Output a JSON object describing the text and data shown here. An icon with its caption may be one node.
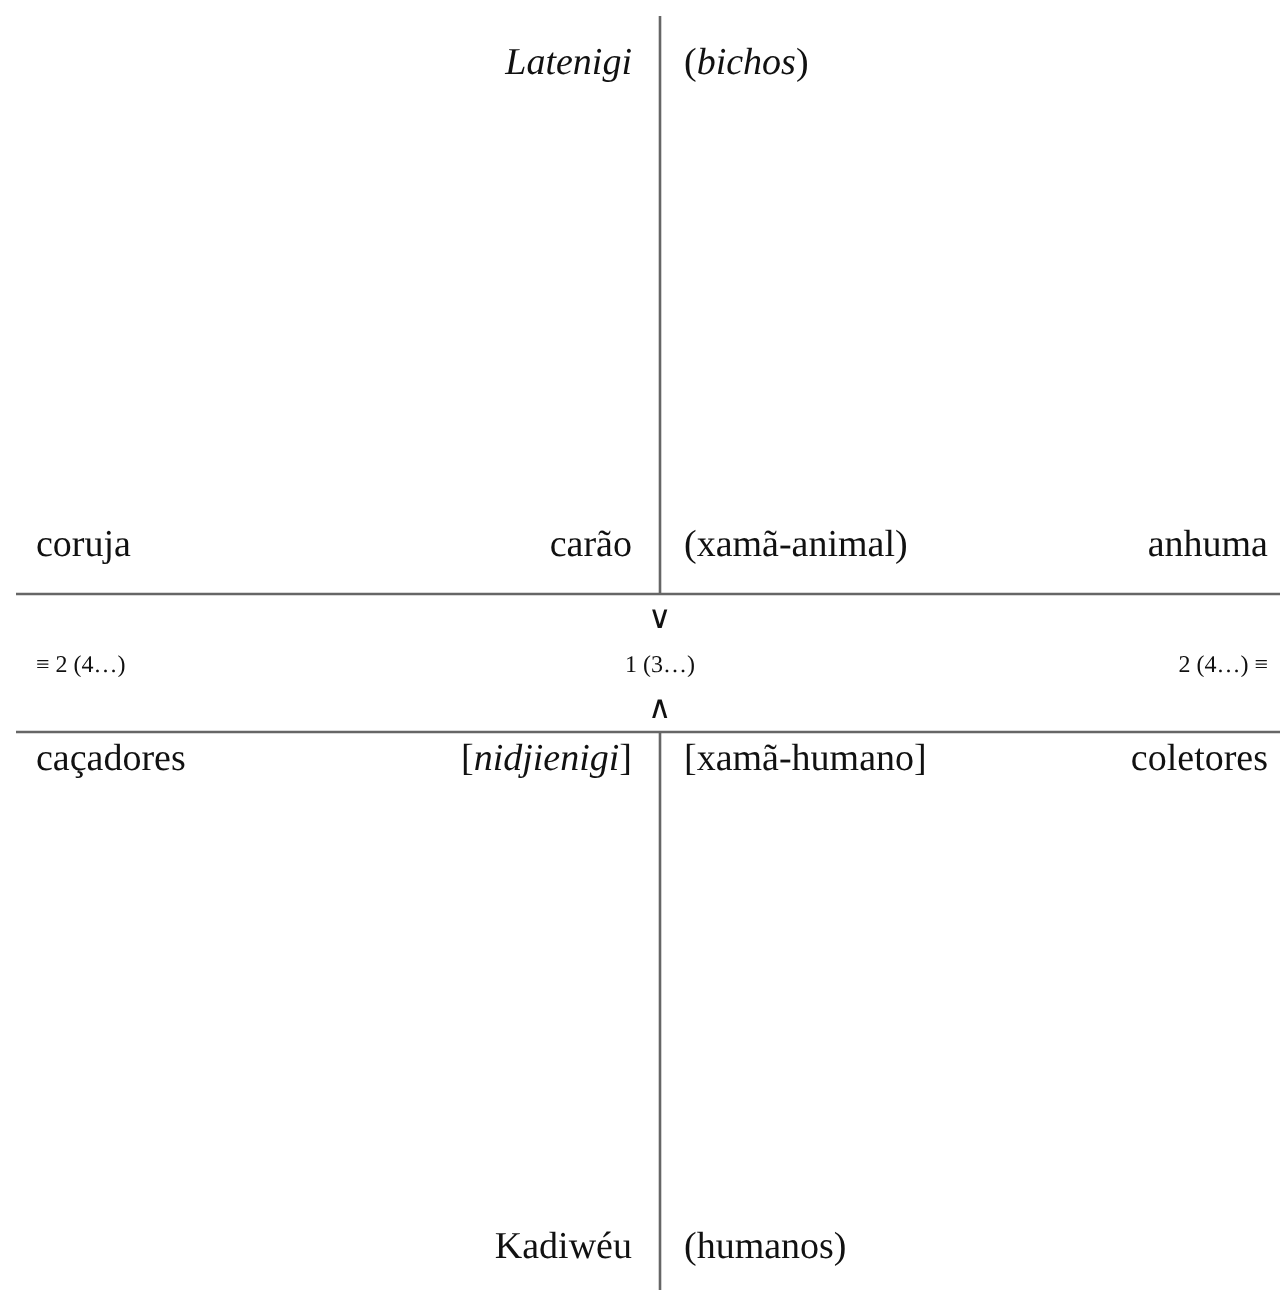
{
  "diagram": {
    "labels": [
      "Latenigi",
      "(*bichos*)",
      "coruja",
      "carão",
      "(xamã-animal)",
      "anhuma",
      "∨",
      "≡ 2 (4…)",
      "1 (3…)",
      "2 (4…) ≡",
      "∧",
      "caçadores",
      "[*nidjienigi*]",
      "[xamã-humano]",
      "coletores",
      "Kadiwéu",
      "(humanos)"
    ]
  }
}
